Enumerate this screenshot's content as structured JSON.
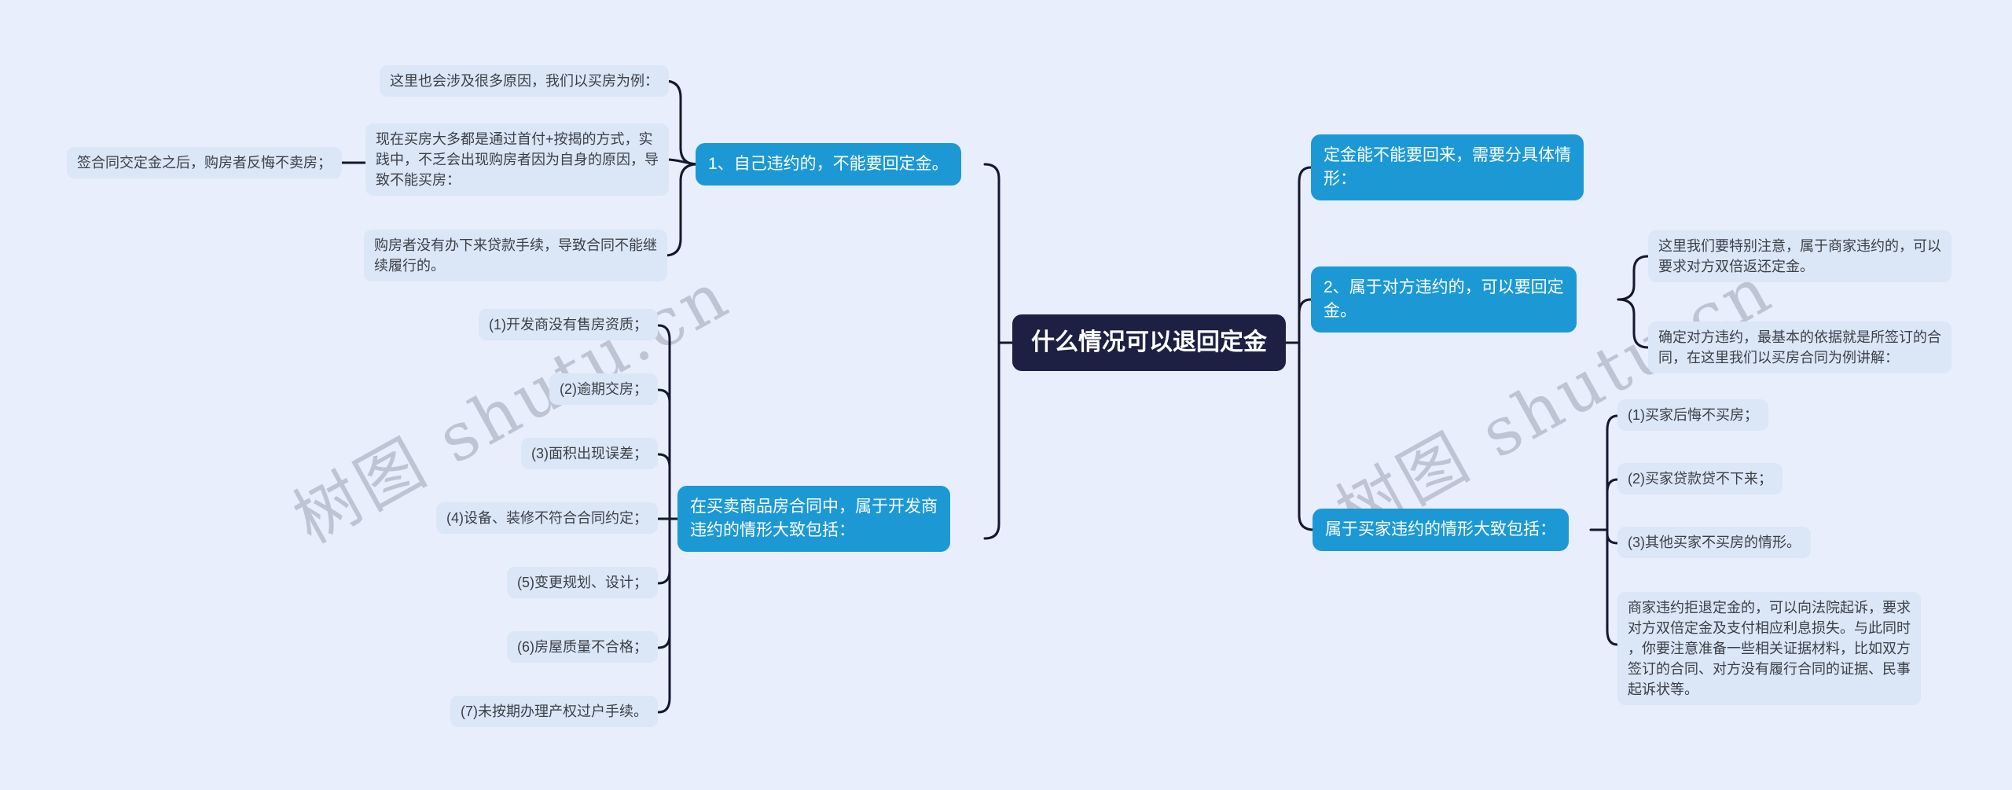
{
  "watermark": {
    "text": "树图 shutu.cn"
  },
  "colors": {
    "background": "#e8eefb",
    "node_blue": "#1c99d5",
    "node_dark": "#1d2042",
    "box_light": "#dbe6f7",
    "connector": "#15172e",
    "text_dark": "#3b3f46",
    "text_light": "#ffffff"
  },
  "root": {
    "label": "什么情况可以退回定金"
  },
  "left": {
    "self_breach": {
      "label": "1、自己违约的，不能要回定金。",
      "reasons_intro": "这里也会涉及很多原因，我们以买房为例：",
      "mortgage_note": "现在买房大多都是通过首付+按揭的方式，实\n践中，不乏会出现购房者因为自身的原因，导\n致不能买房：",
      "regret_note": "签合同交定金之后，购房者反悔不卖房；",
      "loan_fail_note": "购房者没有办下来贷款手续，导致合同不能继\n续履行的。"
    },
    "developer_breach": {
      "label": "在买卖商品房合同中，属于开发商\n违约的情形大致包括：",
      "items": [
        "(1)开发商没有售房资质；",
        "(2)逾期交房；",
        "(3)面积出现误差；",
        "(4)设备、装修不符合合同约定；",
        "(5)变更规划、设计；",
        "(6)房屋质量不合格；",
        "(7)未按期办理产权过户手续。"
      ]
    }
  },
  "right": {
    "overview": {
      "label": "定金能不能要回来，需要分具体情\n形："
    },
    "other_breach": {
      "label": "2、属于对方违约的，可以要回定\n金。",
      "double_refund_note": "这里我们要特别注意，属于商家违约的，可以\n要求对方双倍返还定金。",
      "contract_basis_note": "确定对方违约，最基本的依据就是所签订的合\n同，在这里我们以买房合同为例讲解："
    },
    "buyer_breach": {
      "label": "属于买家违约的情形大致包括：",
      "items": [
        "(1)买家后悔不买房；",
        "(2)买家贷款贷不下来；",
        "(3)其他买家不买房的情形。"
      ],
      "lawsuit_note": "商家违约拒退定金的，可以向法院起诉，要求\n对方双倍定金及支付相应利息损失。与此同时\n，你要注意准备一些相关证据材料，比如双方\n签订的合同、对方没有履行合同的证据、民事\n起诉状等。"
    }
  }
}
